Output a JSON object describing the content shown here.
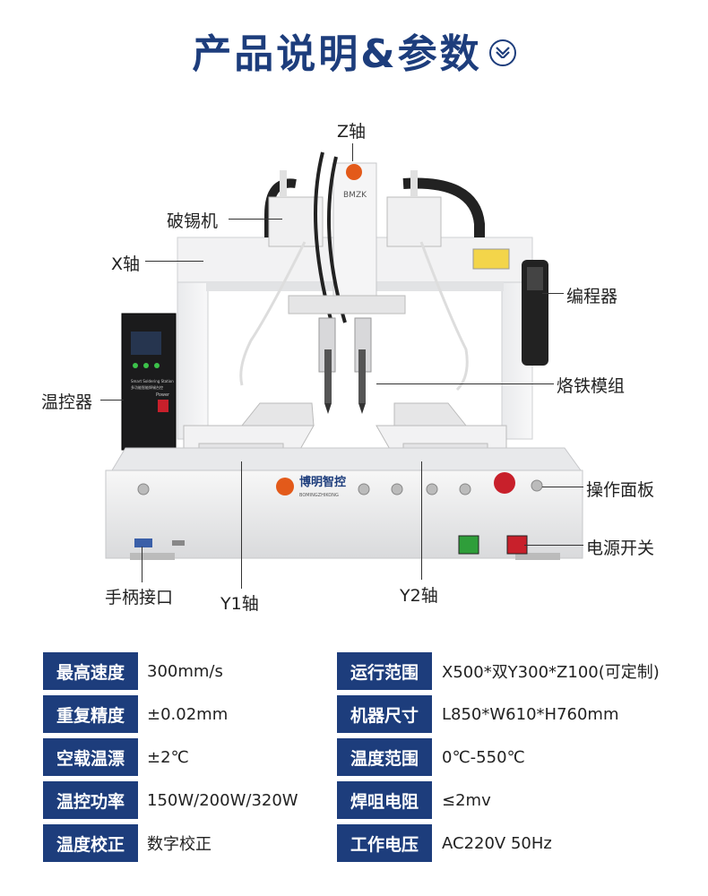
{
  "header": {
    "title": "产品说明&参数"
  },
  "machine": {
    "brand_cn": "博明智控",
    "brand_en": "BOMINGZHIKONG",
    "head_logo": "BMZK",
    "controller_text": "Smart Soldering Station",
    "controller_sub": "多功能智能焊锡台控",
    "power_text": "Power"
  },
  "callouts": {
    "z_axis": "Z轴",
    "tin_breaker": "破锡机",
    "x_axis": "X轴",
    "programmer": "编程器",
    "iron_module": "烙铁模组",
    "temp_controller": "温控器",
    "control_panel": "操作面板",
    "power_switch": "电源开关",
    "handle_port": "手柄接口",
    "y1_axis": "Y1轴",
    "y2_axis": "Y2轴"
  },
  "specs": {
    "left": [
      {
        "key": "最高速度",
        "value": "300mm/s"
      },
      {
        "key": "重复精度",
        "value": "±0.02mm"
      },
      {
        "key": "空载温漂",
        "value": "±2℃"
      },
      {
        "key": "温控功率",
        "value": "150W/200W/320W"
      },
      {
        "key": "温度校正",
        "value": "数字校正"
      }
    ],
    "right": [
      {
        "key": "运行范围",
        "value": "X500*双Y300*Z100(可定制)"
      },
      {
        "key": "机器尺寸",
        "value": "L850*W610*H760mm"
      },
      {
        "key": "温度范围",
        "value": "0℃-550℃"
      },
      {
        "key": "焊咀电阻",
        "value": "≤2mv"
      },
      {
        "key": "工作电压",
        "value": "AC220V 50Hz"
      }
    ]
  },
  "colors": {
    "title": "#1d3d7c",
    "spec_key_bg": "#1d3d7c",
    "emergency_stop": "#c8202b",
    "green_switch": "#2f9e3a"
  }
}
